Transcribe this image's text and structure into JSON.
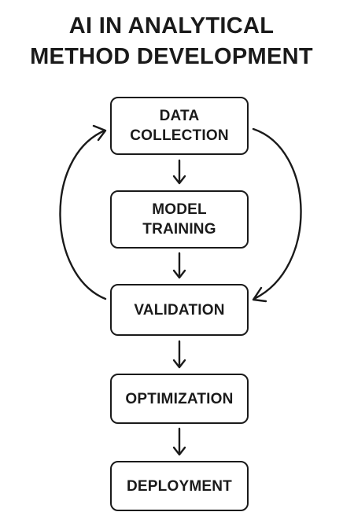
{
  "diagram": {
    "title_lines": [
      "AI IN ANALYTICAL",
      "METHOD DEVELOPMENT"
    ],
    "nodes": [
      {
        "id": "data-collection",
        "lines": [
          "DATA",
          "COLLECTION"
        ]
      },
      {
        "id": "model-training",
        "lines": [
          "MODEL",
          "TRAINING"
        ]
      },
      {
        "id": "validation",
        "lines": [
          "VALIDATION"
        ]
      },
      {
        "id": "optimization",
        "lines": [
          "OPTIMIZATION"
        ]
      },
      {
        "id": "deployment",
        "lines": [
          "DEPLOYMENT"
        ]
      }
    ],
    "edges": [
      {
        "from": "data-collection",
        "to": "model-training"
      },
      {
        "from": "model-training",
        "to": "validation"
      },
      {
        "from": "validation",
        "to": "optimization"
      },
      {
        "from": "optimization",
        "to": "deployment"
      },
      {
        "from": "validation",
        "to": "data-collection",
        "style": "curved-left"
      },
      {
        "from": "data-collection",
        "to": "validation",
        "style": "curved-right"
      }
    ],
    "colors": {
      "stroke": "#1a1a1a",
      "background": "#ffffff"
    }
  }
}
